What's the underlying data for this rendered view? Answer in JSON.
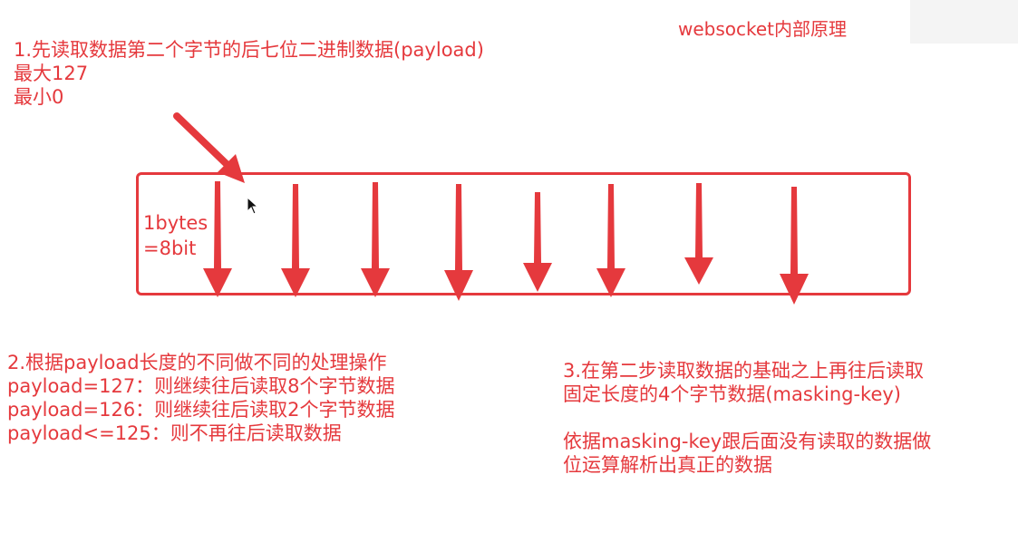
{
  "title": "websocket内部原理",
  "step1": {
    "line1": "1.先读取数据第二个字节的后七位二进制数据(payload)",
    "line2": "最大127",
    "line3": "最小0"
  },
  "byte_label": {
    "line1": "1bytes",
    "line2": "=8bit"
  },
  "step2": {
    "line1": "2.根据payload长度的不同做不同的处理操作",
    "line2": "payload=127：则继续往后读取8个字节数据",
    "line3": "payload=126：则继续往后读取2个字节数据",
    "line4": "payload<=125：则不再往后读取数据"
  },
  "step3": {
    "line1": "3.在第二步读取数据的基础之上再往后读取",
    "line2": "固定长度的4个字节数据(masking-key)",
    "line3": "依据masking-key跟后面没有读取的数据做",
    "line4": "位运算解析出真正的数据"
  },
  "colors": {
    "annotation_red": "#e5393d",
    "background": "#ffffff"
  },
  "icons": [
    "cursor-icon",
    "down-arrow-icon",
    "pointer-arrow-icon"
  ]
}
